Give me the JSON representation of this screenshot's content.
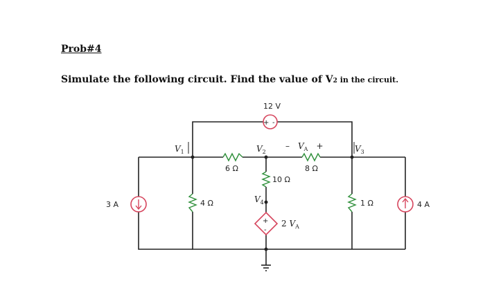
{
  "heading": "Prob#4",
  "question": {
    "main": "Simulate the following circuit. Find the value of V",
    "subscript": "2",
    "tail": " in the circuit."
  },
  "circuit": {
    "voltage_source": "12 V",
    "source_plus": "+",
    "source_minus": "-",
    "node_v1": {
      "main": "V",
      "sub": "1"
    },
    "node_v2": {
      "main": "V",
      "sub": "2"
    },
    "node_v3": {
      "main": "V",
      "sub": "3"
    },
    "node_v4": {
      "main": "V",
      "sub": "4"
    },
    "va_label": {
      "minus": "–",
      "main": "V",
      "sub": "A",
      "plus": "+"
    },
    "r_6": "6 Ω",
    "r_8": "8 Ω",
    "r_10": "10 Ω",
    "r_4": "4 Ω",
    "r_1": "1 Ω",
    "current_left": "3 A",
    "current_right": "4 A",
    "dep_source": {
      "gain": "2 ",
      "main": "V",
      "sub": "A"
    },
    "dep_plus": "+",
    "dep_minus": "-"
  }
}
